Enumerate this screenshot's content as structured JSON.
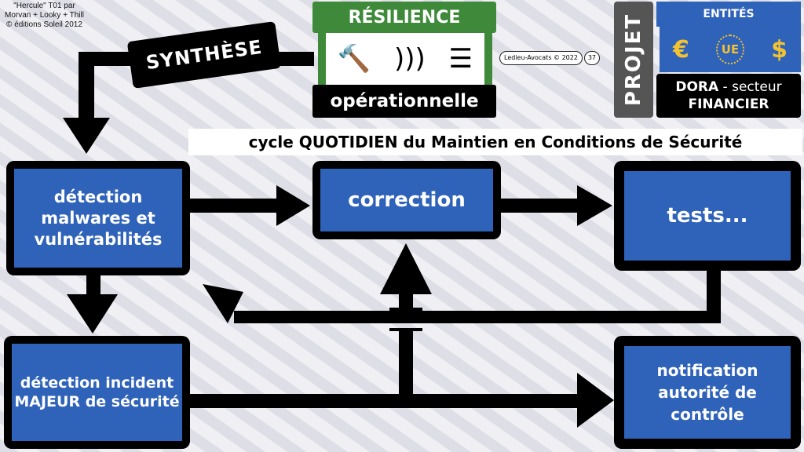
{
  "credit": [
    "\"Hercule\" T01 par",
    "Morvan + Looky + Thill",
    "© éditions Soleil 2012"
  ],
  "synthese": "SYNTHÈSE",
  "resilience": {
    "top": "RÉSILIENCE",
    "bottom": "opérationnelle"
  },
  "footer": {
    "author": "Ledieu-Avocats © 2022",
    "page": "37"
  },
  "projet": "PROJET",
  "entites": {
    "label": "ENTITÉS",
    "euro": "€",
    "ue": "UE",
    "dollar": "$"
  },
  "dora": {
    "bold": "DORA",
    "rest": " - secteur",
    "line2": "FINANCIER"
  },
  "title": "cycle QUOTIDIEN du Maintien en Conditions de Sécurité",
  "boxes": {
    "detection": "détection malwares et vulnérabilités",
    "correction": "correction",
    "tests": "tests...",
    "incident": "détection incident MAJEUR de sécurité",
    "notification": "notification autorité de contrôle"
  }
}
